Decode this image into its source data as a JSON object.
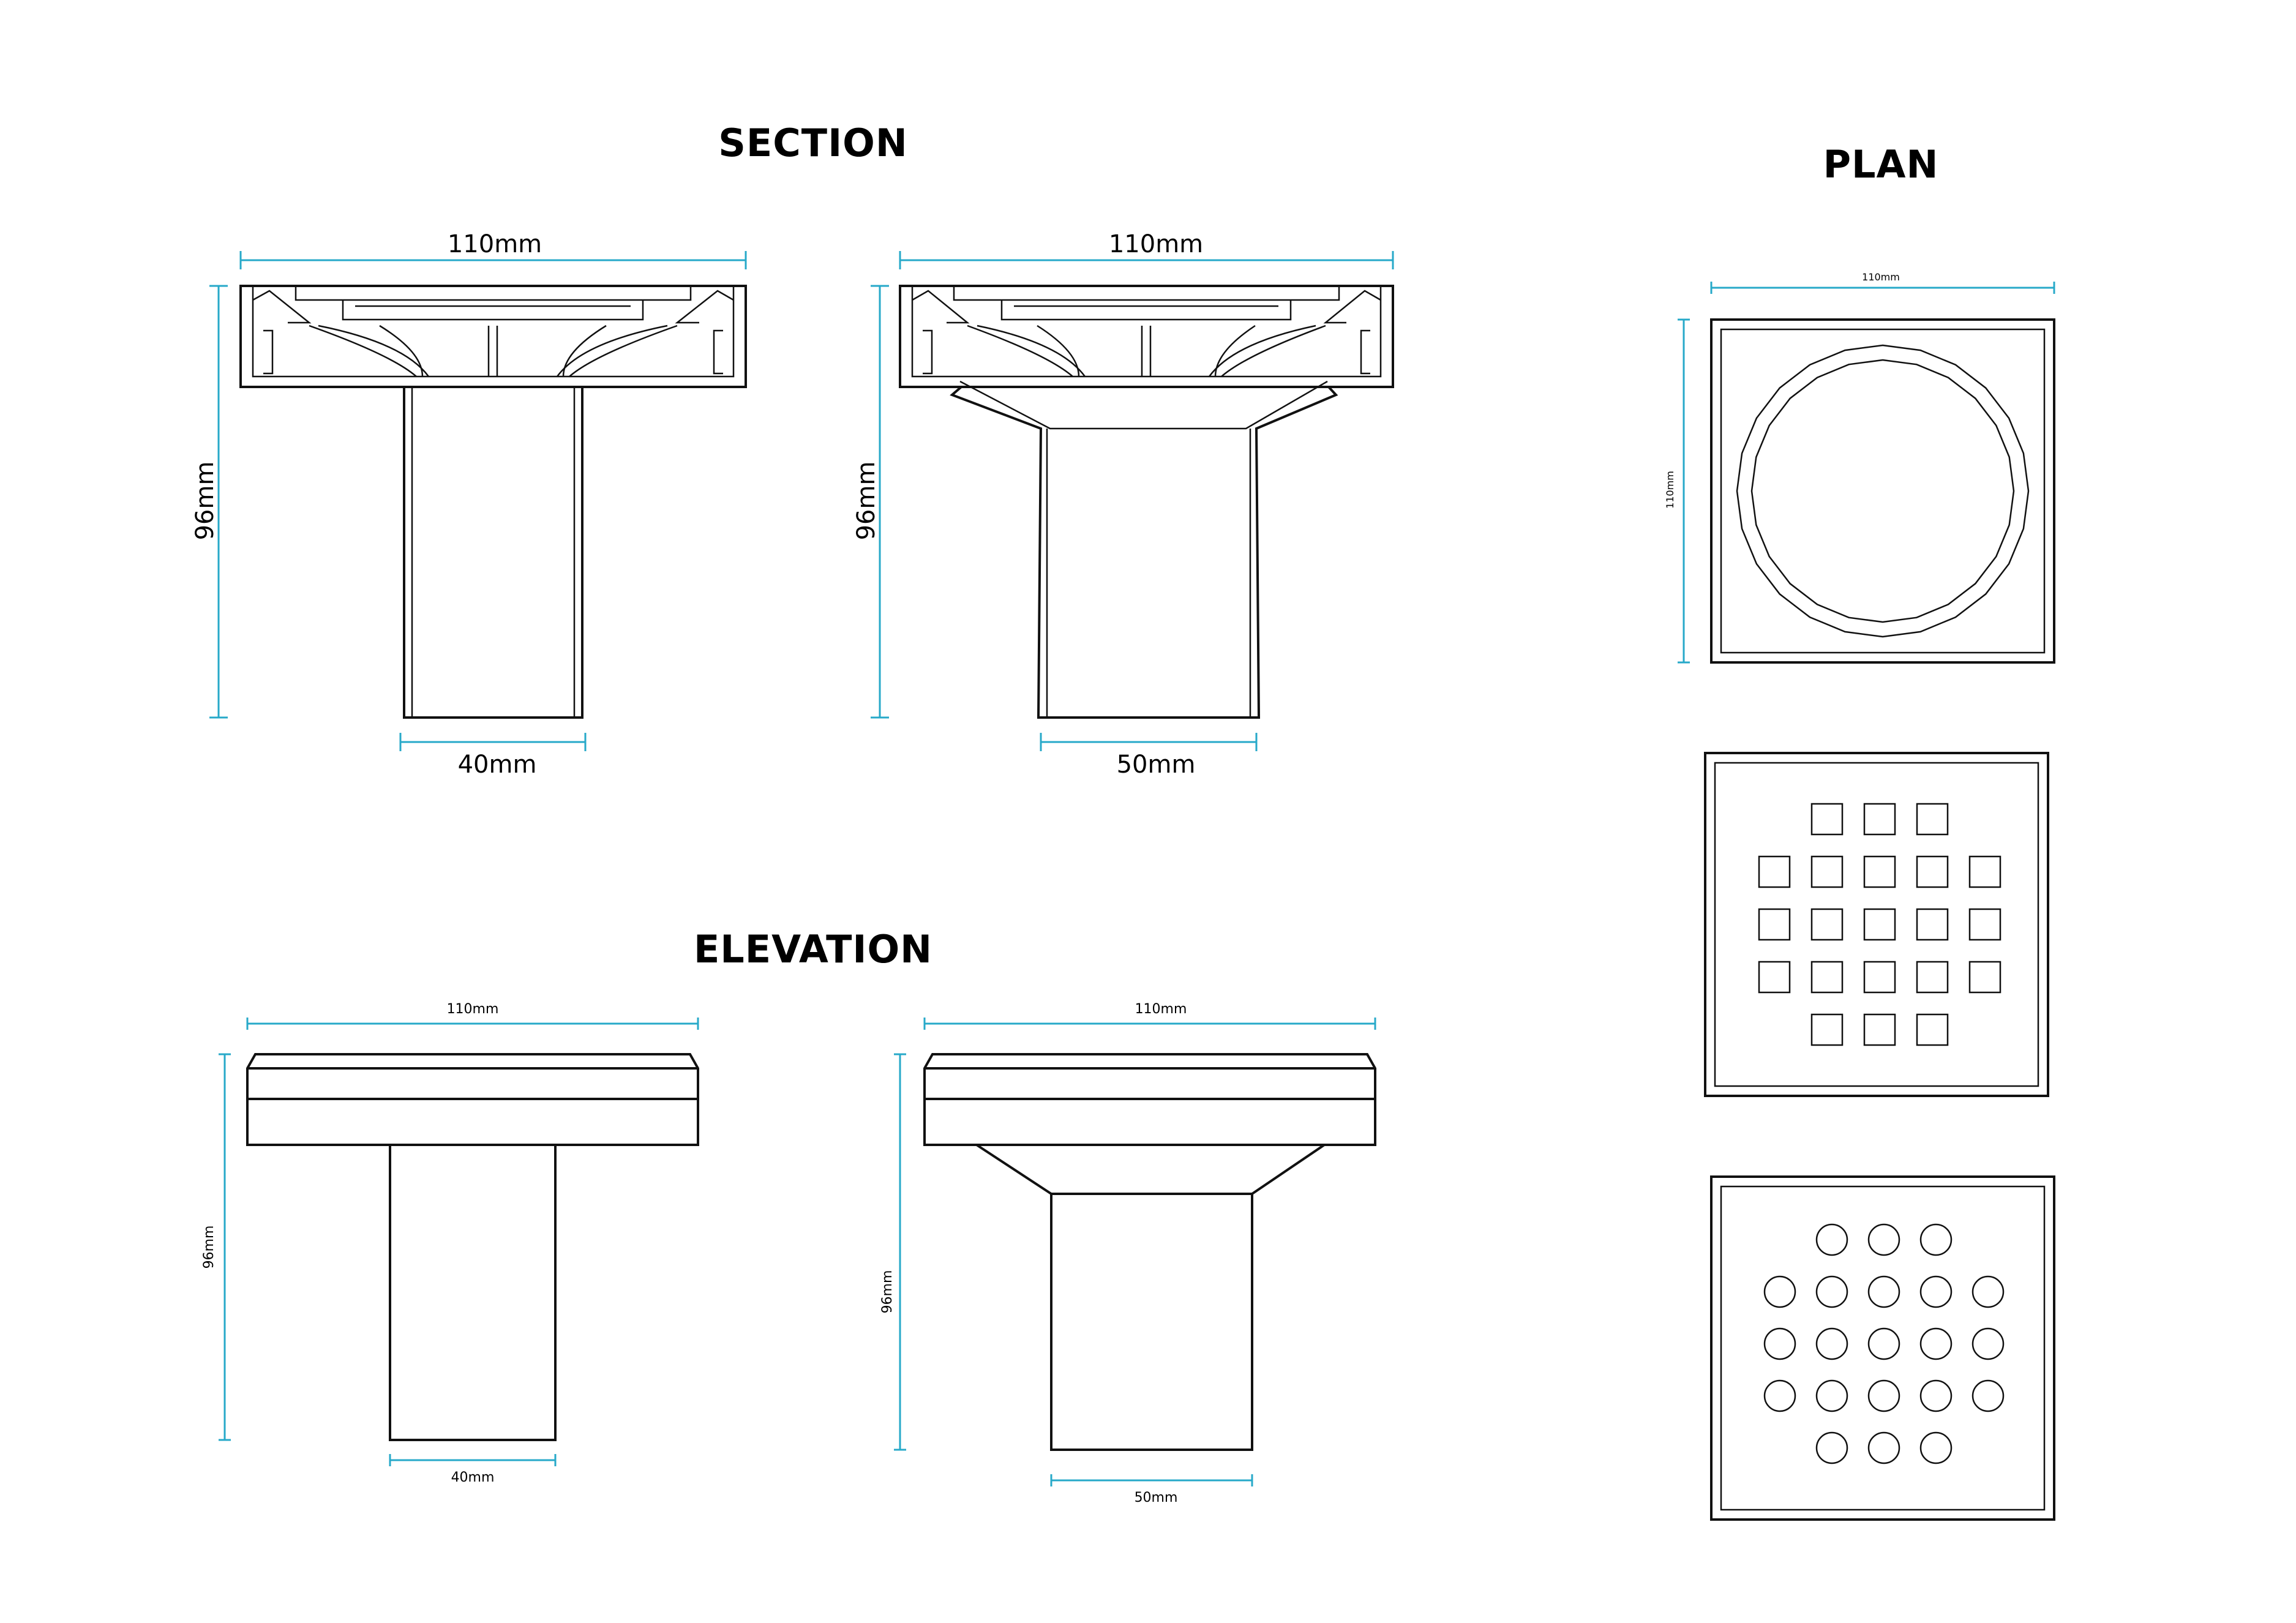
{
  "headings": {
    "section": "SECTION",
    "plan": "PLAN",
    "elevation": "ELEVATION"
  },
  "section_left": {
    "width_label": "110mm",
    "height_label": "96mm",
    "outlet_label": "40mm"
  },
  "section_right": {
    "width_label": "110mm",
    "height_label": "96mm",
    "outlet_label": "50mm"
  },
  "elevation_left": {
    "width_label": "110mm",
    "height_label": "96mm",
    "outlet_label": "40mm"
  },
  "elevation_right": {
    "width_label": "110mm",
    "height_label": "96mm",
    "outlet_label": "50mm"
  },
  "plan_top": {
    "width_label": "110mm",
    "height_label": "110mm"
  },
  "colors": {
    "dimension_line": "#27a9c9",
    "outline": "#111111"
  }
}
